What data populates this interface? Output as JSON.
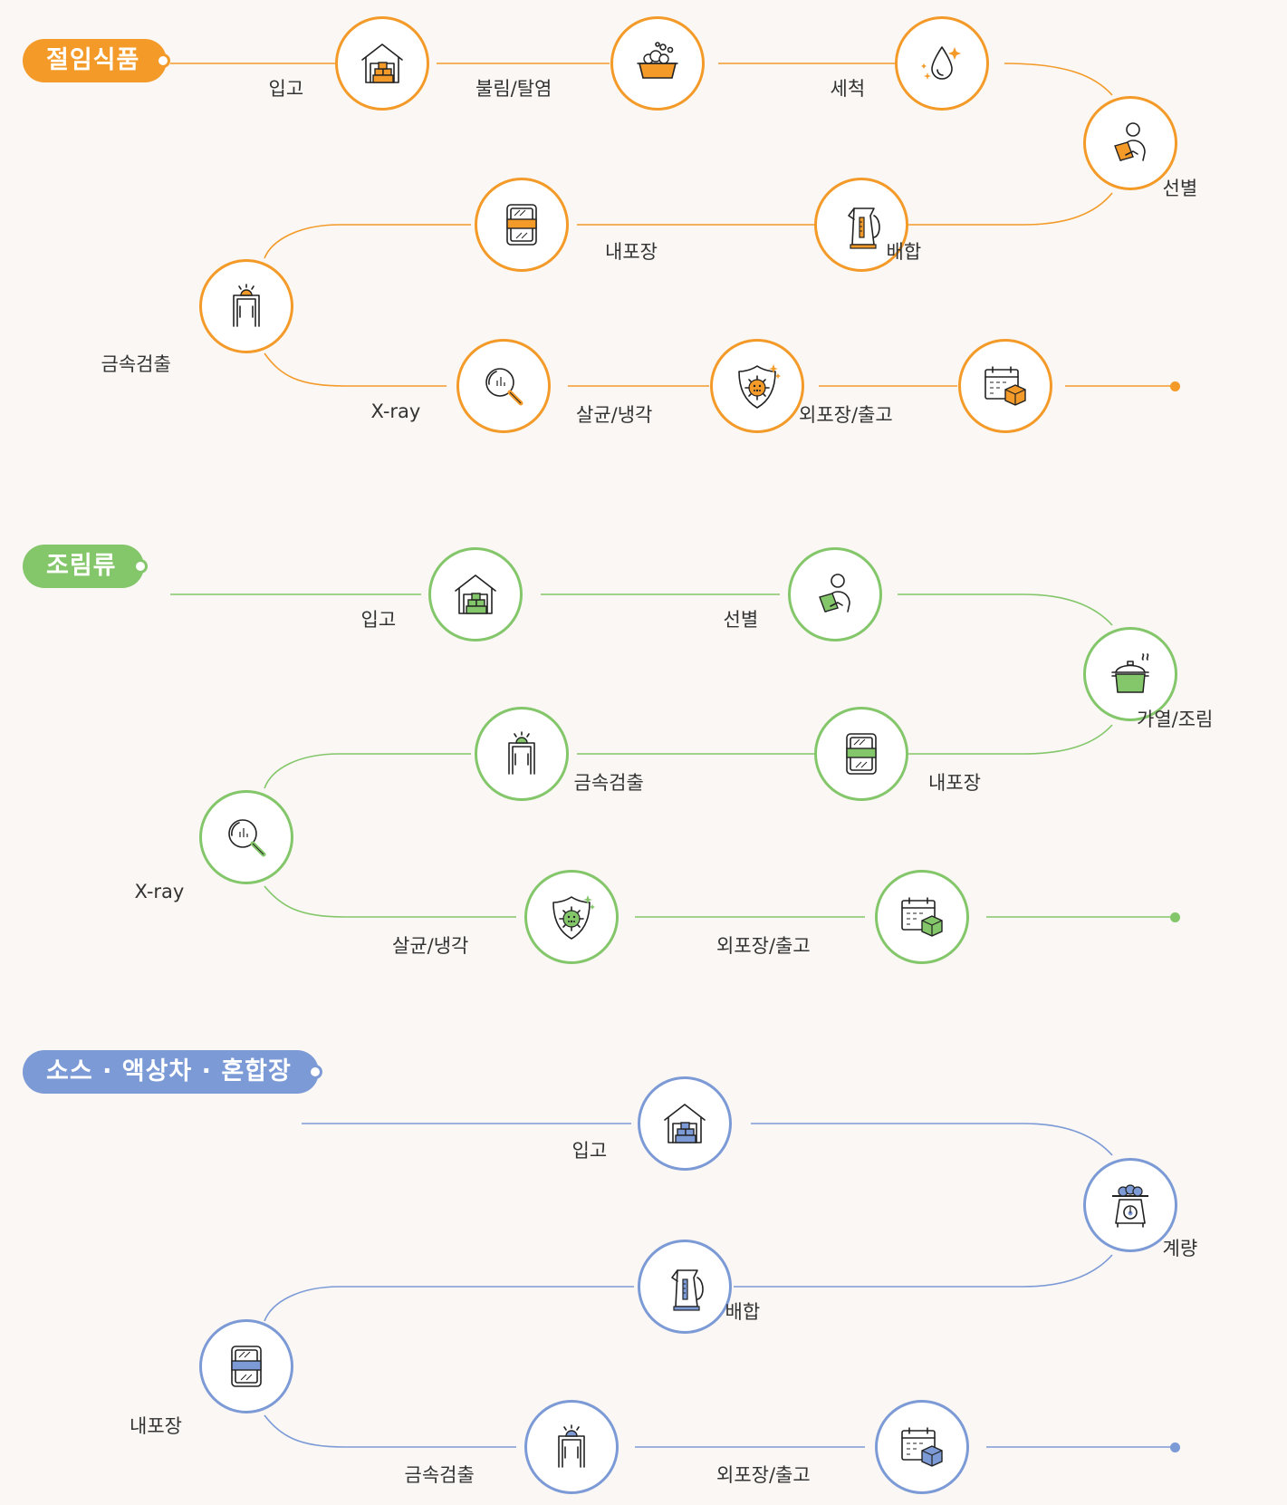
{
  "flows": [
    {
      "title": "절임식품",
      "color": "#f39a28",
      "fill": "#f39a28",
      "steps": [
        {
          "label": "입고",
          "icon": "warehouse-icon"
        },
        {
          "label": "불림/탈염",
          "icon": "soaking-basin-icon"
        },
        {
          "label": "세척",
          "icon": "water-drop-icon"
        },
        {
          "label": "선별",
          "icon": "inspector-icon"
        },
        {
          "label": "배합",
          "icon": "kettle-icon"
        },
        {
          "label": "내포장",
          "icon": "inner-package-icon"
        },
        {
          "label": "금속검출",
          "icon": "metal-detector-icon"
        },
        {
          "label": "X-ray",
          "icon": "xray-magnifier-icon"
        },
        {
          "label": "살균/냉각",
          "icon": "sterilize-shield-icon"
        },
        {
          "label": "외포장/출고",
          "icon": "calendar-box-icon"
        }
      ]
    },
    {
      "title": "조림류",
      "color": "#84c66a",
      "fill": "#84c66a",
      "steps": [
        {
          "label": "입고",
          "icon": "warehouse-icon"
        },
        {
          "label": "선별",
          "icon": "inspector-icon"
        },
        {
          "label": "가열/조림",
          "icon": "cooking-pot-icon"
        },
        {
          "label": "내포장",
          "icon": "inner-package-icon"
        },
        {
          "label": "금속검출",
          "icon": "metal-detector-icon"
        },
        {
          "label": "X-ray",
          "icon": "xray-magnifier-icon"
        },
        {
          "label": "살균/냉각",
          "icon": "sterilize-shield-icon"
        },
        {
          "label": "외포장/출고",
          "icon": "calendar-box-icon"
        }
      ]
    },
    {
      "title": "소스 · 액상차 · 혼합장",
      "color": "#7c9ad6",
      "fill": "#7c9ad6",
      "steps": [
        {
          "label": "입고",
          "icon": "warehouse-icon"
        },
        {
          "label": "계량",
          "icon": "scale-icon"
        },
        {
          "label": "배합",
          "icon": "kettle-icon"
        },
        {
          "label": "내포장",
          "icon": "inner-package-icon"
        },
        {
          "label": "금속검출",
          "icon": "metal-detector-icon"
        },
        {
          "label": "외포장/출고",
          "icon": "calendar-box-icon"
        }
      ]
    }
  ]
}
